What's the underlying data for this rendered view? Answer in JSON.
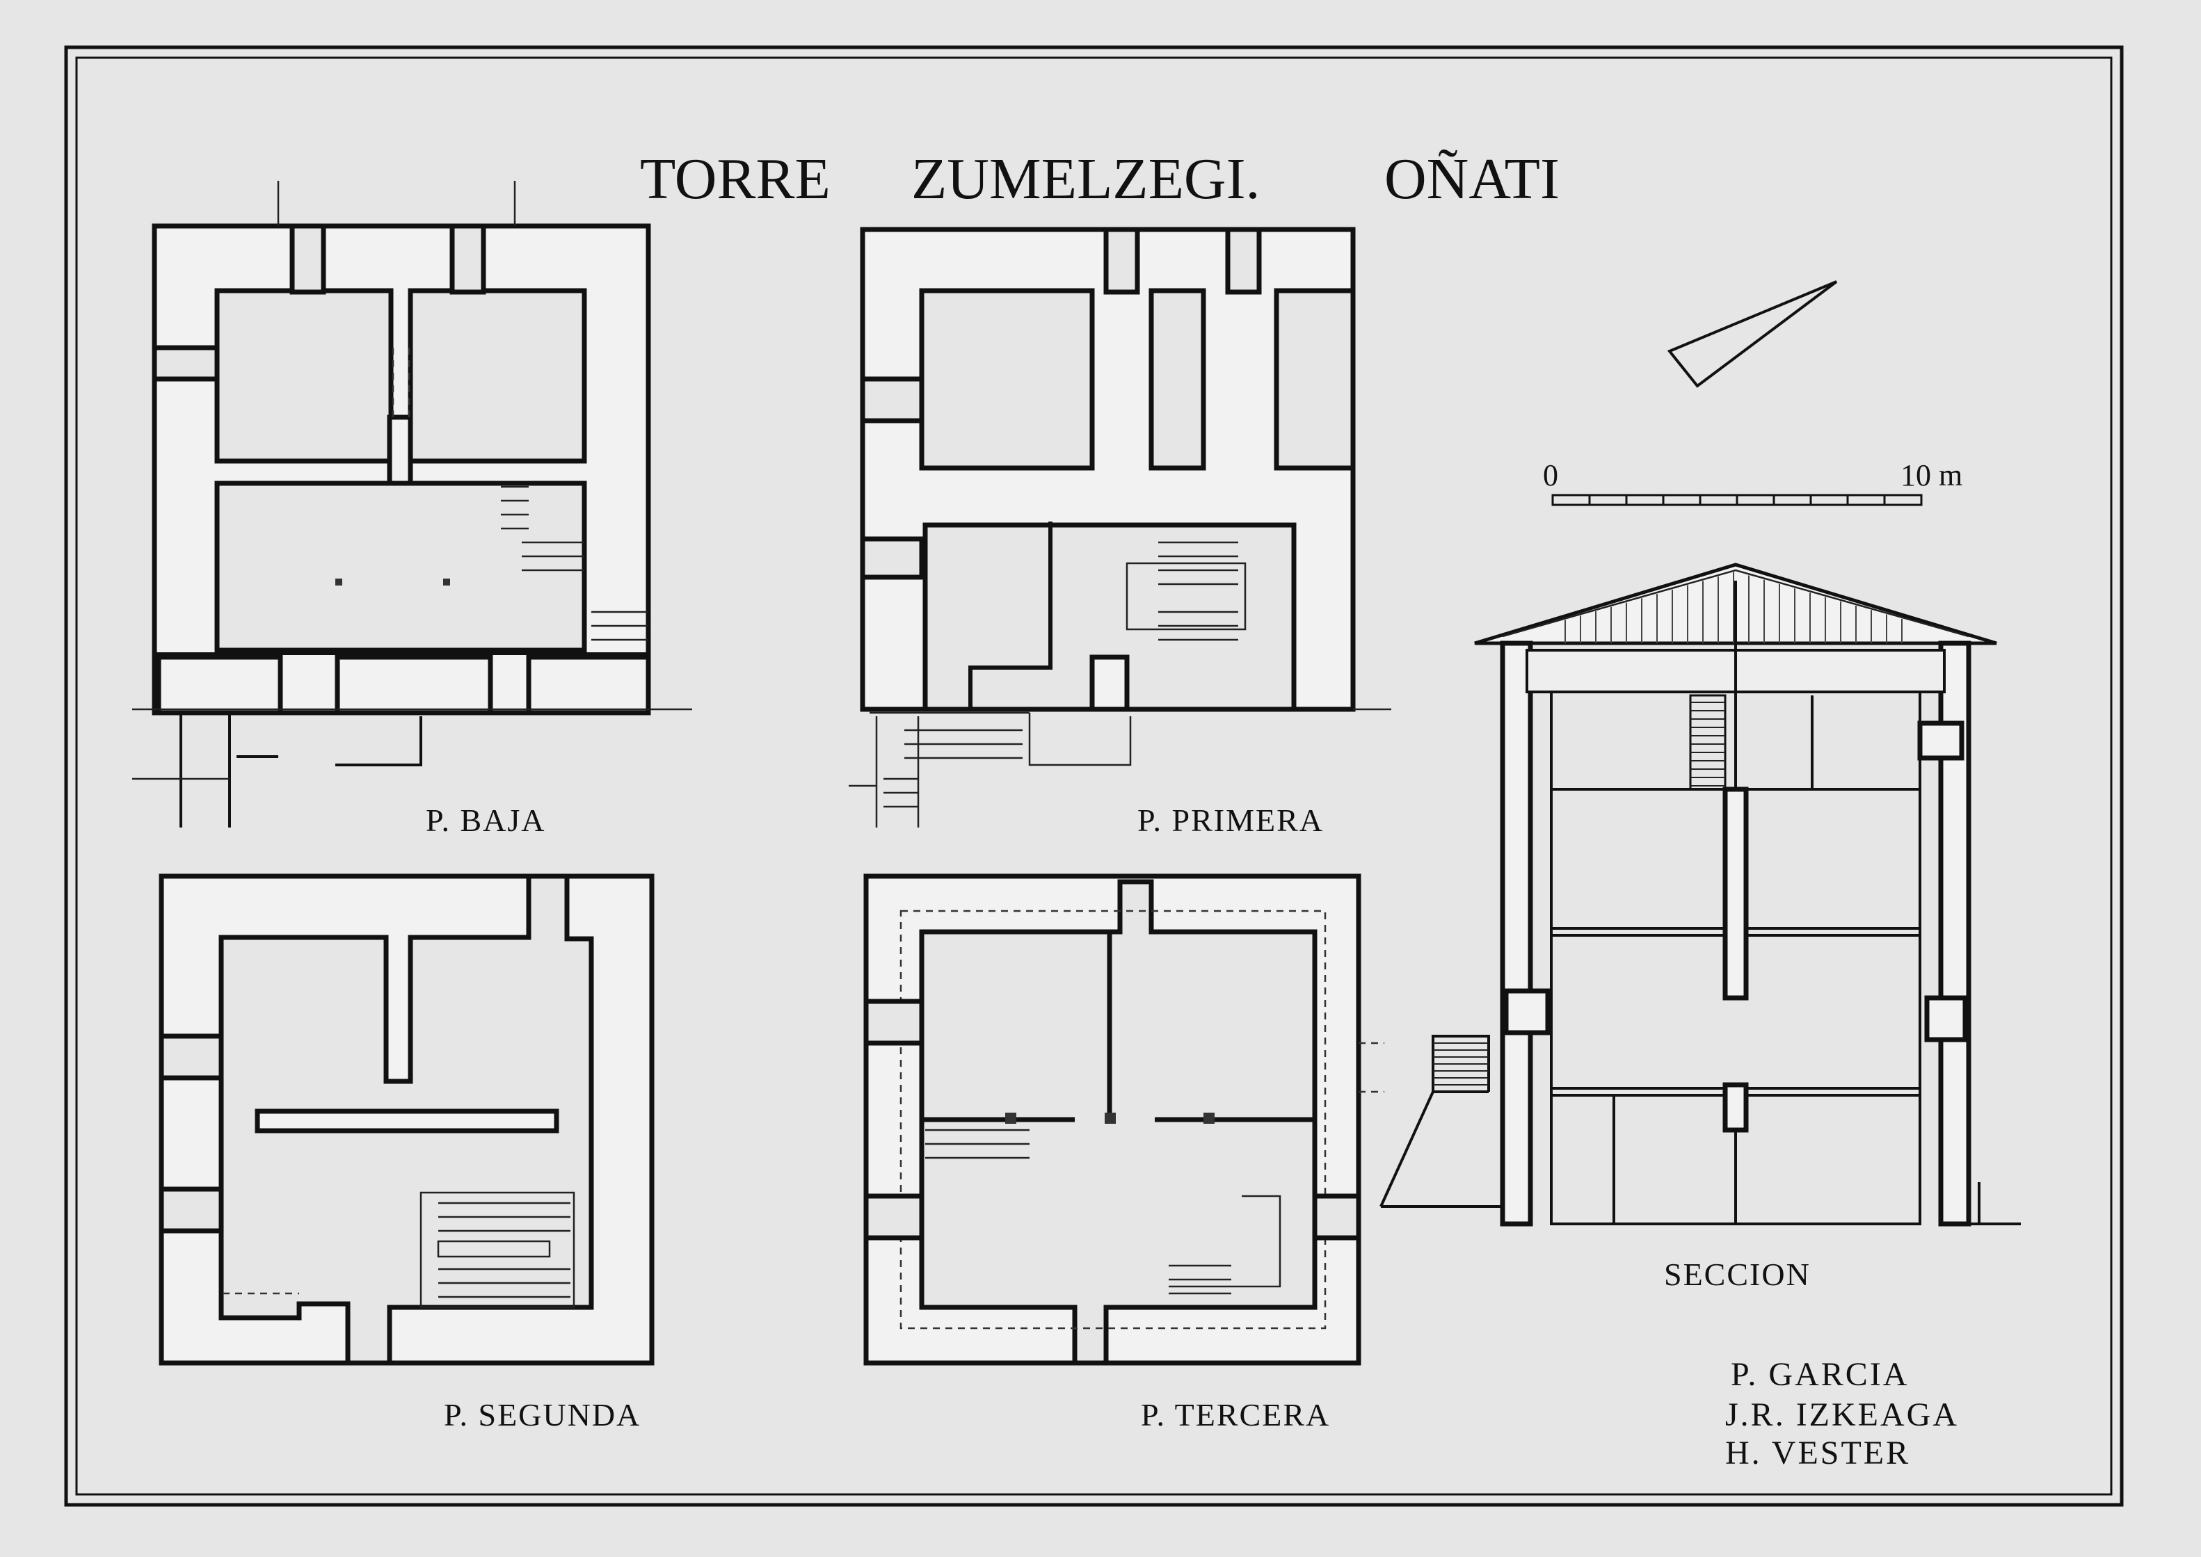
{
  "title": {
    "part1": "TORRE",
    "part2": "ZUMELZEGI.",
    "part3": "OÑATI"
  },
  "plans": {
    "baja": "P.  BAJA",
    "primera": "P.  PRIMERA",
    "segunda": "P.  SEGUNDA",
    "tercera": "P.  TERCERA"
  },
  "section_label": "SECCION",
  "scale": {
    "start_label": "0",
    "end_label": "10 m",
    "divisions": 10
  },
  "authors": [
    "P.  GARCIA",
    "J.R.  IZKEAGA",
    "H. VESTER"
  ],
  "icons": {
    "north": "north-arrow-icon"
  }
}
